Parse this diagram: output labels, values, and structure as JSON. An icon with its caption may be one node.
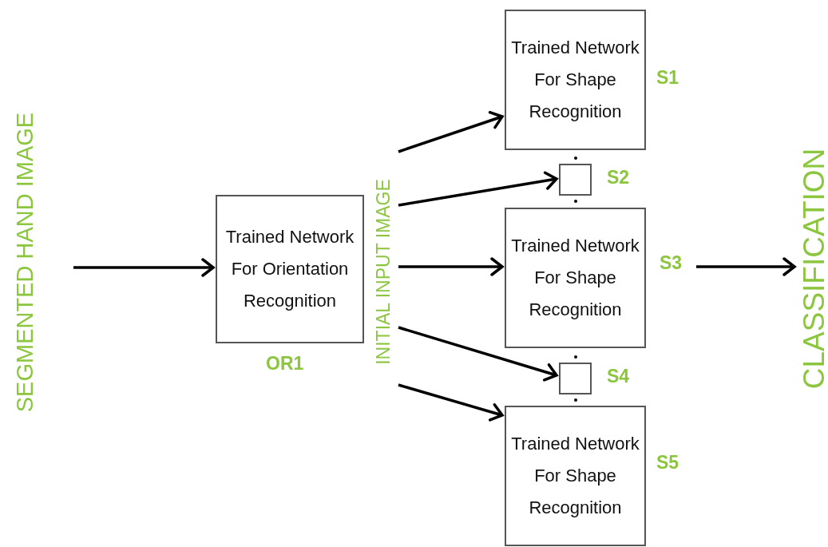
{
  "diagram": {
    "nodes": [
      {
        "text": [
          "SEGMENTED HAND IMAGE"
        ]
      },
      {
        "text": [
          "Trained Network For Orientation Recognition"
        ],
        "beside": [
          "OR1"
        ]
      },
      {
        "text": [
          "INITIAL INPUT IMAGE"
        ]
      },
      {
        "text": [
          "Trained Network For Shape Recognition"
        ],
        "beside": [
          "S1"
        ]
      },
      {
        "text": [],
        "shape": "box",
        "beside": [
          "S2"
        ]
      },
      {
        "text": [
          "Trained Network For Shape Recognition"
        ],
        "beside": [
          "S3"
        ]
      },
      {
        "text": [],
        "shape": "box",
        "beside": [
          "S4"
        ]
      },
      {
        "text": [
          "Trained Network For Shape Recognition"
        ],
        "beside": [
          "S5"
        ]
      },
      {
        "text": [
          "CLASSIFICATION"
        ]
      }
    ],
    "edges": [
      {
        "from": 0,
        "to": 1,
        "arrow": "to"
      },
      {
        "from": 2,
        "to": 3,
        "arrow": "to"
      },
      {
        "from": 2,
        "to": 4,
        "arrow": "to"
      },
      {
        "from": 2,
        "to": 5,
        "arrow": "to"
      },
      {
        "from": 2,
        "to": 6,
        "arrow": "to"
      },
      {
        "from": 2,
        "to": 7,
        "arrow": "to"
      },
      {
        "from": 5,
        "to": 8,
        "arrow": "to"
      }
    ]
  }
}
